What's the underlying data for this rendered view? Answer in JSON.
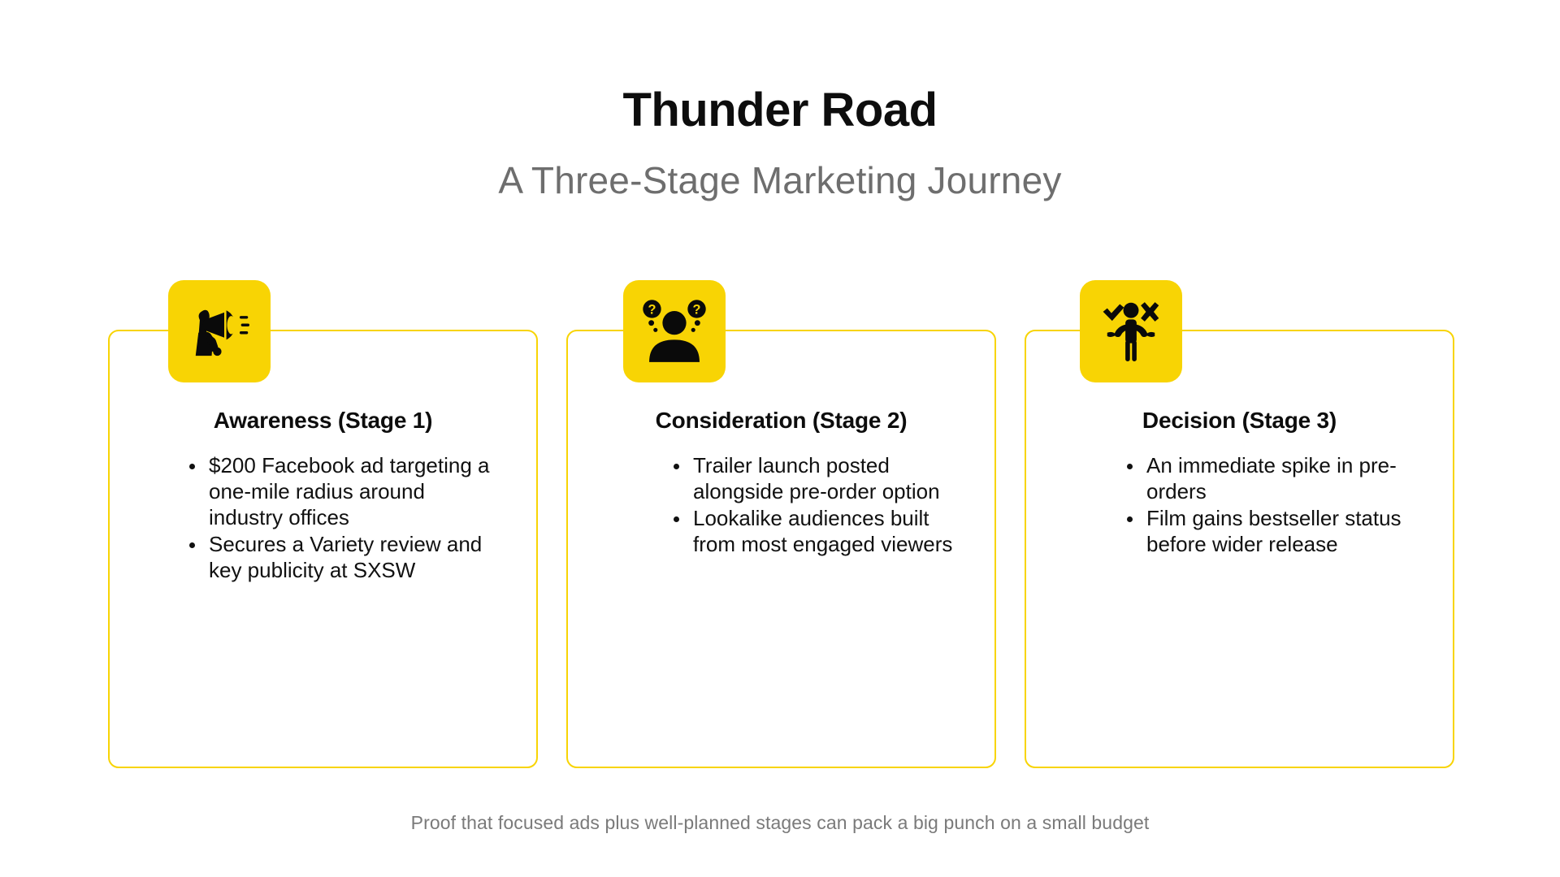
{
  "header": {
    "title": "Thunder Road",
    "subtitle": "A Three-Stage Marketing Journey"
  },
  "theme": {
    "accent_yellow": "#F8D404",
    "background": "#FFFFFF",
    "title_color": "#0D0D0D",
    "subtitle_color": "#6E6E6E",
    "body_color": "#111111",
    "footer_color": "#7A7A7A"
  },
  "cards": [
    {
      "icon": "megaphone-announcer-icon",
      "heading": "Awareness (Stage 1)",
      "bullets": [
        "$200 Facebook ad targeting a one-mile radius around industry offices",
        "Secures a Variety review and key publicity at SXSW"
      ]
    },
    {
      "icon": "person-with-questions-icon",
      "heading": "Consideration (Stage 2)",
      "bullets": [
        "Trailer launch posted alongside pre-order option",
        "Lookalike audiences built from most engaged viewers"
      ]
    },
    {
      "icon": "person-weighing-check-and-cross-icon",
      "heading": "Decision (Stage 3)",
      "bullets": [
        "An immediate spike in pre-orders",
        "Film gains bestseller status before wider release"
      ]
    }
  ],
  "footer": {
    "caption": "Proof that focused ads plus well-planned stages can pack a big punch on a small budget"
  }
}
